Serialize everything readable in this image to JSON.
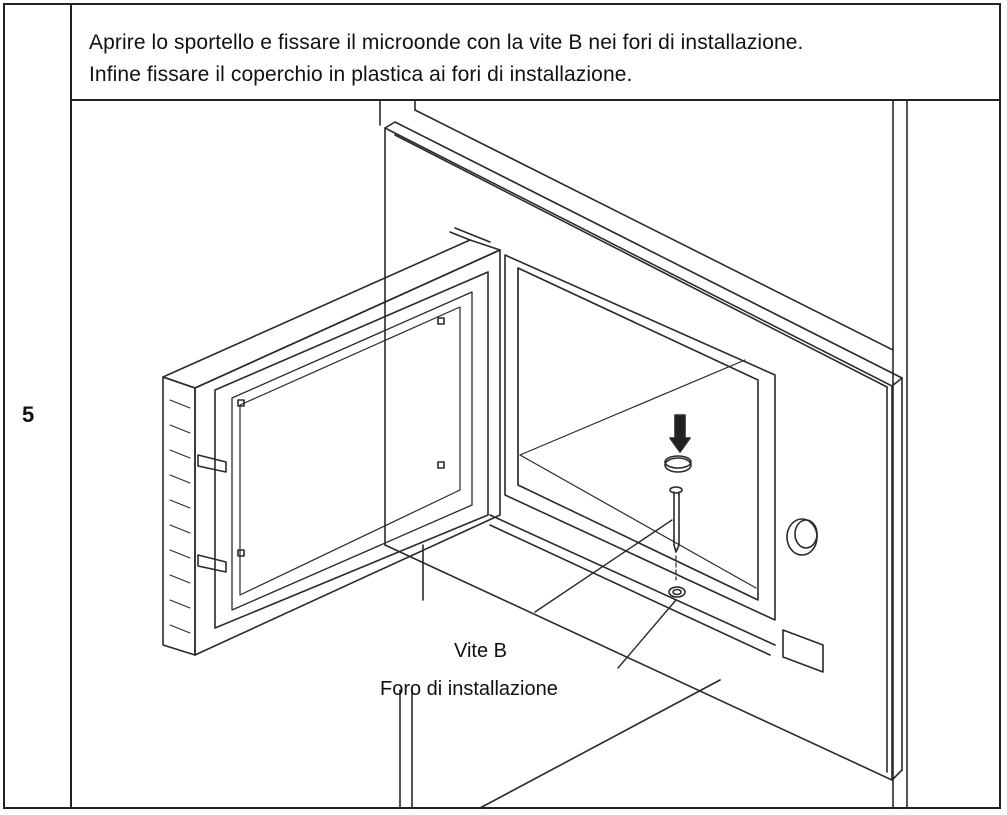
{
  "step": {
    "number": "5"
  },
  "instruction": {
    "line1": "Aprire lo sportello e fissare il microonde con la vite B nei fori di installazione.",
    "line2": "Infine fissare il coperchio in plastica ai fori di installazione."
  },
  "figure": {
    "callouts": {
      "screw": "Vite B",
      "hole": "Foro di installazione"
    }
  }
}
